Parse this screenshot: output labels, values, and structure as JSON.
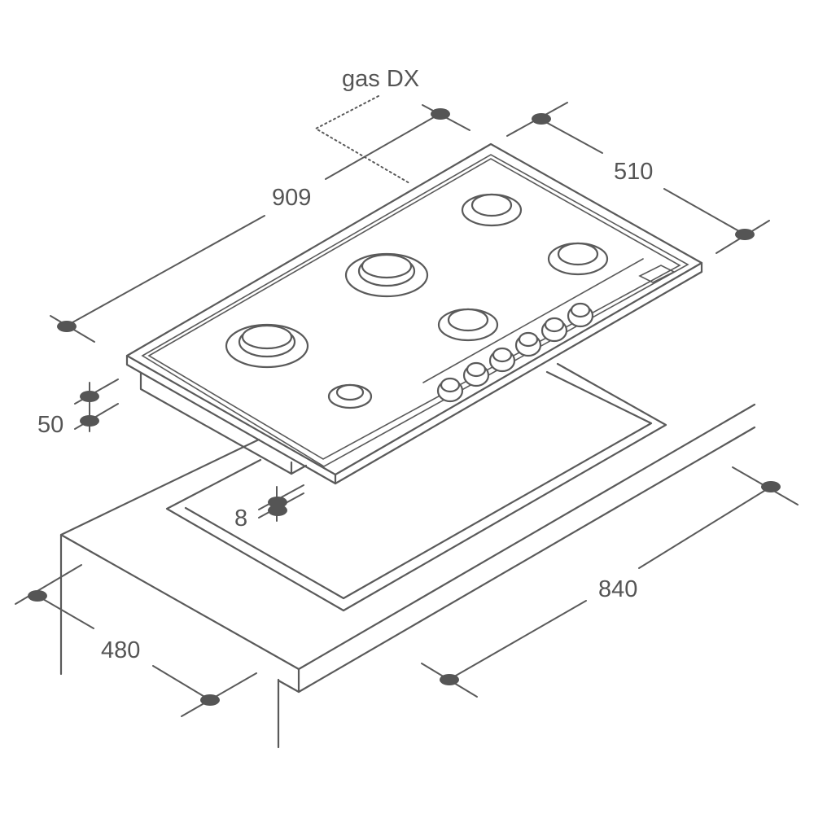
{
  "diagram": {
    "labels": {
      "gas": "gas DX",
      "width_hob": "909",
      "depth_hob": "510",
      "height": "50",
      "min_gap": "8",
      "cutout_width": "840",
      "cutout_depth": "480"
    }
  },
  "colors": {
    "stroke": "#5a5a5a",
    "marker": "#555555",
    "text": "#555555"
  }
}
